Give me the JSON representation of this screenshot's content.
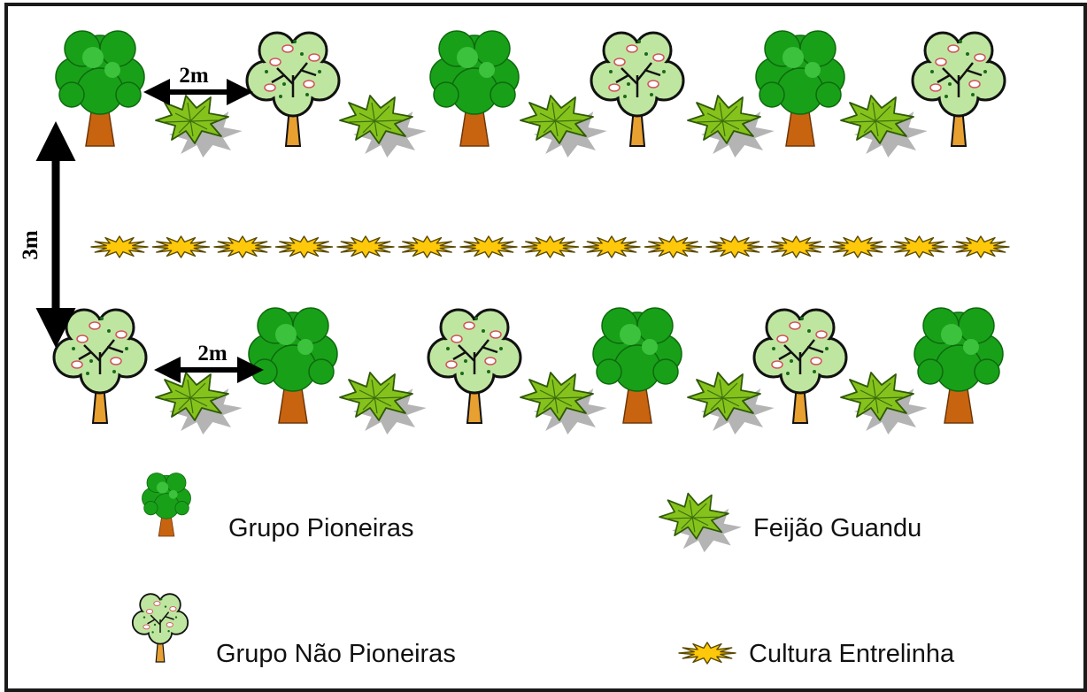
{
  "diagram": {
    "spacing_within_row": "2m",
    "spacing_between_rows": "3m",
    "top_row": [
      "pioneer",
      "non_pioneer",
      "pioneer",
      "non_pioneer",
      "pioneer",
      "non_pioneer"
    ],
    "bottom_row": [
      "non_pioneer",
      "pioneer",
      "non_pioneer",
      "pioneer",
      "non_pioneer",
      "pioneer"
    ],
    "guandu_plants_per_row": 5,
    "intercrop_plants": 15
  },
  "legend": {
    "pioneer_label": "Grupo Pioneiras",
    "non_pioneer_label": "Grupo Não Pioneiras",
    "guandu_label": "Feijão Guandu",
    "intercrop_label": "Cultura Entrelinha"
  },
  "colors": {
    "pioneer_foliage": "#19a019",
    "pioneer_trunk": "#c86410",
    "non_pioneer_foliage": "#bfe6a0",
    "non_pioneer_trunk": "#e8a030",
    "guandu_leaf": "#86c21c",
    "intercrop_fill": "#ffc80a",
    "shadow": "#b4b4b4"
  }
}
